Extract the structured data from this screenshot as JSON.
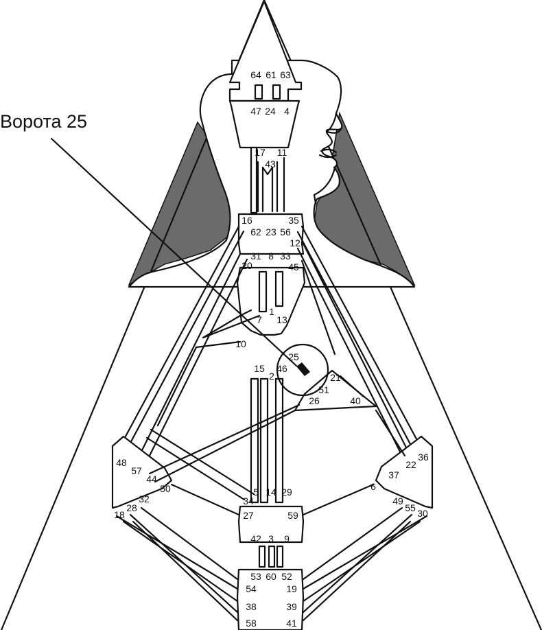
{
  "callout": {
    "label": "Ворота 25"
  },
  "colors": {
    "background": "#ffffff",
    "line": "#111111",
    "shadow": "#6b6b6b",
    "highlight": "#111111"
  },
  "gates": {
    "g64": "64",
    "g61": "61",
    "g63": "63",
    "g47": "47",
    "g24": "24",
    "g4": "4",
    "g17": "17",
    "g43": "43",
    "g11": "11",
    "g16": "16",
    "g35": "35",
    "g62": "62",
    "g23": "23",
    "g56": "56",
    "g12": "12",
    "g31": "31",
    "g8": "8",
    "g33": "33",
    "g20": "20",
    "g45": "45",
    "g7": "7",
    "g1": "1",
    "g13": "13",
    "g10": "10",
    "g25": "25",
    "g15": "15",
    "g2": "2",
    "g46": "46",
    "g21": "21",
    "g51": "51",
    "g26": "26",
    "g40": "40",
    "g48": "48",
    "g57": "57",
    "g44": "44",
    "g50": "50",
    "g36": "36",
    "g22": "22",
    "g37": "37",
    "g6": "6",
    "g34": "34",
    "g5": "5",
    "g14": "14",
    "g29": "29",
    "g32": "32",
    "g28": "28",
    "g18": "18",
    "g27": "27",
    "g59": "59",
    "g49": "49",
    "g55": "55",
    "g30": "30",
    "g42": "42",
    "g3": "3",
    "g9": "9",
    "g53": "53",
    "g60": "60",
    "g52": "52",
    "g54": "54",
    "g19": "19",
    "g38": "38",
    "g39": "39",
    "g58": "58",
    "g41": "41"
  }
}
